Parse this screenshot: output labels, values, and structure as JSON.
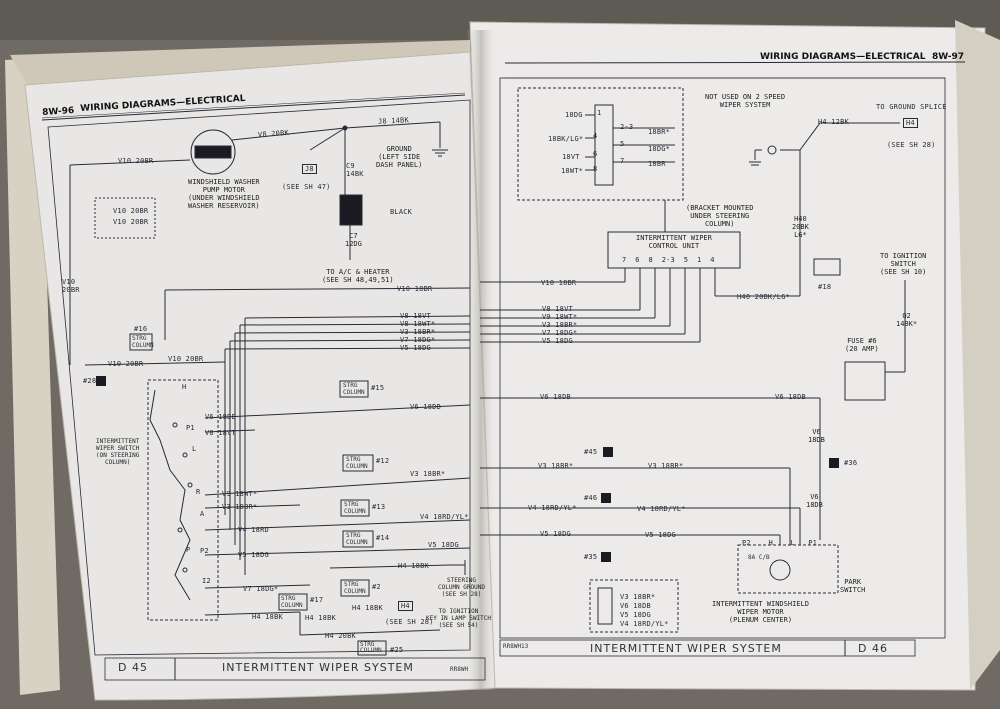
{
  "left_page": {
    "page_id": "8W-96",
    "header": "WIRING DIAGRAMS—ELECTRICAL",
    "footer_code": "D 45",
    "footer_title": "INTERMITTENT WIPER SYSTEM",
    "footer_ref": "RR8WH",
    "labels": {
      "v10_top": "V10 20BR",
      "washer_motor": "WINDSHIELD WASHER\nPUMP MOTOR\n(UNDER WINDSHIELD\nWASHER RESERVOIR)",
      "v10_small_a": "V10 20BR",
      "v10_small_b": "V10 20BR",
      "v10_vert": "V10\n20BR",
      "v8_20bk": "V8 20BK",
      "j8_14bk": "J8 14BK",
      "j8_box": "J8",
      "c9_14bk": "C9\n14BK",
      "see_sh47": "(SEE SH 47)",
      "ground_dash": "GROUND\n(LEFT SIDE\nDASH PANEL)",
      "black": "BLACK",
      "c7_12dg": "C7\n12DG",
      "to_ac": "TO A/C & HEATER\n(SEE SH 48,49,51)",
      "v10_18br": "V10 18BR",
      "v8_18vt": "V8 18VT",
      "v8_18wt": "V8 18WT*",
      "v3_18br": "V3 18BR*",
      "v7_18dg": "V7 18DG*",
      "v5_18dg": "V5 18DG",
      "strg16_num": "#16",
      "strg_column": "STRG\nCOLUMN",
      "num28": "#28",
      "v10_20br_b": "V10 20BR",
      "v10_20br_c": "V10 20BR",
      "strg15": "#15",
      "v6_18db": "V6 18DB",
      "v8_18vt_b": "V8 18VT",
      "v6_18db_mid": "V6 18DB",
      "intermittent_switch": "INTERMITTENT\nWIPER SWITCH\n(ON STEERING\nCOLUMN)",
      "strg12": "#12",
      "v3_18br_mid": "V3 18BR*",
      "v9_18wt": "V9 18WT*",
      "v3_18br_b": "V3 18BR*",
      "strg13": "#13",
      "v4_18rd": "V4 18RD",
      "v4_18rdyl": "V4 18RD/YL*",
      "strg14": "#14",
      "v5_18dg_b": "V5 18DG",
      "v5_18dg_mid": "V5 18DG",
      "h4_18bk": "H4 18BK",
      "strg2": "#2",
      "steering_ground": "STEERING\nCOLUMN GROUND\n(SEE SH 28)",
      "v7_18dg_b": "V7 18DG*",
      "strg17": "#17",
      "h4_18bk_b": "H4 18BK",
      "h4_18bk_c": "H4 18BK",
      "h4_18bk_d": "H4 18BK",
      "h4_box": "H4",
      "see_sh28": "(SEE SH 28)",
      "h4_20bk": "H4 20BK",
      "to_ignition": "TO IGNITION\nKEY IN LAMP SWITCH\n(SEE SH 54)",
      "strg25": "#25",
      "pin_h": "H",
      "pin_p1": "P1",
      "pin_l": "L",
      "pin_r": "R",
      "pin_a": "A",
      "pin_p": "P",
      "pin_p2": "P2",
      "pin_i2": "I2"
    }
  },
  "right_page": {
    "page_id": "8W-97",
    "header": "WIRING DIAGRAMS—ELECTRICAL",
    "footer_code": "D 46",
    "footer_title": "INTERMITTENT WIPER SYSTEM",
    "footer_ref": "RR8WH13",
    "labels": {
      "not_used": "NOT USED ON 2 SPEED\nWIPER SYSTEM",
      "c_18dg": "18DG",
      "c_18bklg": "18BK/LG*",
      "c_18vt": "18VT",
      "c_18wt": "18WT*",
      "c_18br": "18BR*",
      "c_18dg2": "18DG*",
      "c_18br2": "18BR",
      "c_23": "2-3",
      "pin1": "1",
      "pin3": "3",
      "pin4": "4",
      "pin5": "5",
      "pin6": "6",
      "pin7": "7",
      "pin8": "8",
      "to_ground_splice": "TO GROUND SPLICE",
      "h4_12bk": "H4 12BK",
      "h4_box": "H4",
      "see_sh28": "(SEE SH 28)",
      "bracket": "(BRACKET MOUNTED\nUNDER STEERING\nCOLUMN)",
      "unit_title": "INTERMITTENT WIPER\nCONTROL UNIT",
      "unit_pins": "7  6  8  2-3  5  1  4",
      "h40": "H40\n20BK\nLG*",
      "strg18": "#18",
      "to_ign_switch": "TO IGNITION\nSWITCH\n(SEE SH 10)",
      "v10_18br": "V10 18BR",
      "h40_b": "H40 20BK/LG*",
      "v8_18vt": "V8 18VT",
      "v9_18wt": "V9 18WT*",
      "v3_18br": "V3 18BR*",
      "v7_18dg": "V7 18DG*",
      "v5_18dg": "V5 18DG",
      "q2_14bk": "Q2\n14BK*",
      "fuse6": "FUSE #6\n(20 AMP)",
      "v6_18db_l": "V6 18DB",
      "v6_18db_r": "V6 18DB",
      "v6_18db_v": "V6\n18DB",
      "num45": "#45",
      "v3_18br_a": "V3 18BR*",
      "v3_18br_b": "V3 18BR*",
      "num36": "#36",
      "v6_18db_v2": "V6\n18DB",
      "num46": "#46",
      "v4_18rdyl_a": "V4 18RD/YL*",
      "v4_18rdyl_b": "V4 18RD/YL*",
      "v5_18dg_a": "V5 18DG",
      "v5_18dg_b": "V5 18DG",
      "num35": "#35",
      "conn_list": "V3 18BR*\nV6 18DB\nV5 18DG\nV4 18RD/YL*",
      "motor_label": "INTERMITTENT WINDSHIELD\nWIPER MOTOR\n(PLENUM CENTER)",
      "park_switch": "PARK\nSWITCH",
      "motor_pins": "P2    H    L   P1",
      "motor_inner": "8A C/B"
    }
  },
  "colors": {
    "page": "#e9e8e6",
    "ink": "#2a2a35",
    "background": "#6f6a63"
  }
}
